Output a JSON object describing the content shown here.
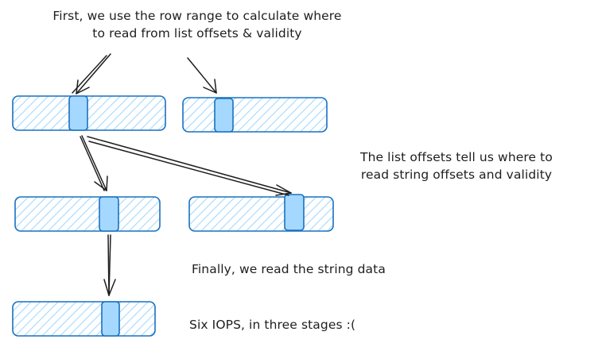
{
  "annotations": {
    "stage1_line1": "First, we use the row range to calculate where",
    "stage1_line2": "to read from list offsets & validity",
    "stage2_line1": "The list offsets tell us where to",
    "stage2_line2": "read string offsets and validity",
    "stage3": "Finally, we read the string data",
    "summary": "Six IOPS, in three stages :("
  },
  "colors": {
    "buffer_stroke": "#1971c2",
    "buffer_hatch": "#a5d8ff",
    "read_block_fill": "#a5d8ff",
    "ink": "#1e1e1e"
  }
}
